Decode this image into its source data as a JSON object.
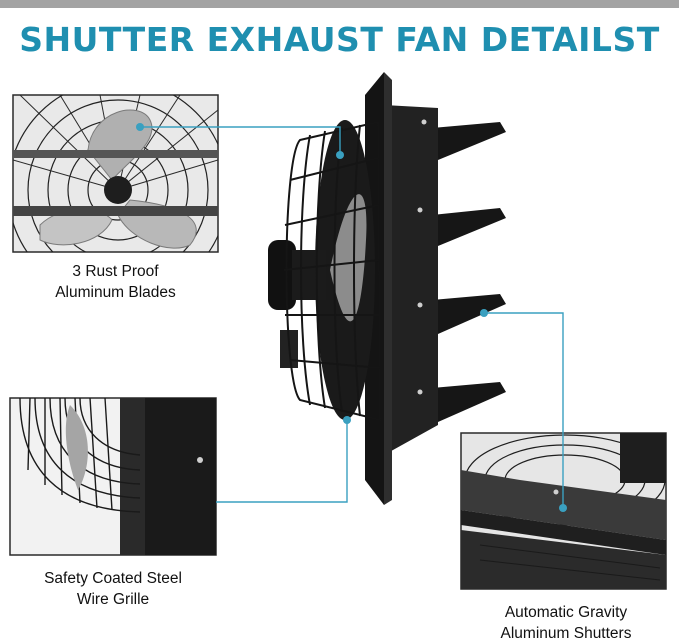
{
  "title": "SHUTTER EXHAUST FAN DETAILST",
  "callouts": [
    {
      "lines": [
        "3 Rust Proof",
        "Aluminum Blades"
      ]
    },
    {
      "lines": [
        "Safety Coated Steel",
        "Wire Grille"
      ]
    },
    {
      "lines": [
        "Automatic Gravity",
        "Aluminum Shutters"
      ]
    }
  ],
  "colors": {
    "title": "#1f8fb0",
    "callout_line": "#3aa0c0",
    "fan_body": "#1c1c1c"
  }
}
